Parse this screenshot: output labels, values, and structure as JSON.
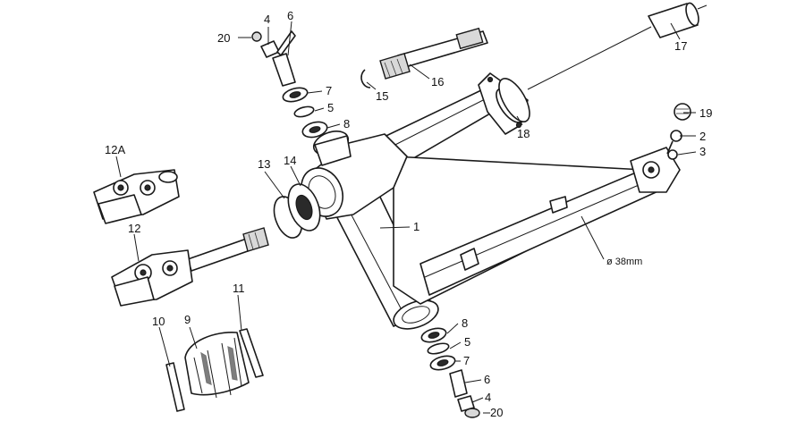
{
  "callouts": {
    "c1": "1",
    "c2": "2",
    "c3": "3",
    "c4_top": "4",
    "c4_bottom": "4",
    "c5_top": "5",
    "c5_bottom": "5",
    "c6_top": "6",
    "c6_bottom": "6",
    "c7_top": "7",
    "c7_bottom": "7",
    "c8_top": "8",
    "c8_bottom": "8",
    "c9": "9",
    "c10": "10",
    "c11": "11",
    "c12": "12",
    "c12a": "12A",
    "c13": "13",
    "c14": "14",
    "c15": "15",
    "c16": "16",
    "c17": "17",
    "c18": "18",
    "c19": "19",
    "c20_top": "20",
    "c20_bottom": "20"
  },
  "dimension": {
    "tube_diameter": "ø 38mm"
  }
}
